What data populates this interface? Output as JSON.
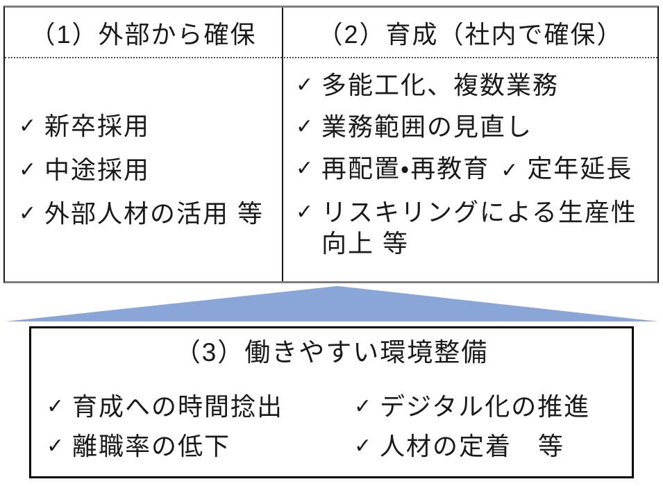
{
  "colors": {
    "triangle": "#8AA6D8",
    "table_outer_gray": "#7F7F7F",
    "text": "#1a1a1a"
  },
  "icons": {
    "check": "✓"
  },
  "table": {
    "columns": [
      {
        "header": "（1）外部から確保",
        "items": [
          "新卒採用",
          "中途採用",
          "外部人材の活用 等"
        ]
      },
      {
        "header": "（2）育成（社内で確保）",
        "items": [
          "多能工化、複数業務",
          "業務範囲の見直し",
          "再配置・再教育",
          "定年延長",
          "リスキリングによる生産性向上 等"
        ]
      }
    ]
  },
  "bottom_box": {
    "title": "（3）働きやすい環境整備",
    "items": [
      "育成への時間捻出",
      "デジタル化の推進",
      "離職率の低下",
      "人材の定着　等"
    ]
  }
}
